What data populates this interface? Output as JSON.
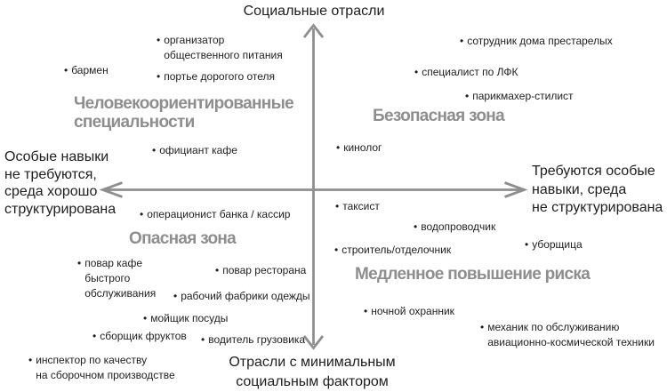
{
  "bullet": "•",
  "colors": {
    "text": "#1e1e1e",
    "quadrant_title": "#8e8e8e",
    "axis_arrows": "#8e8e8e",
    "background": "#ffffff"
  },
  "axis_labels": {
    "top": "Социальные отрасли",
    "bottom": "Отрасли с минимальным\nсоциальным фактором",
    "left": "Особые навыки\nне требуются,\nсреда хорошо\nструктурирована",
    "right": "Требуются особые\nнавыки, среда\nне структурирована"
  },
  "quadrants": {
    "top_left": {
      "title": "Человекоориентированные\nспециальности",
      "items": [
        "организатор\nобщественного питания",
        "бармен",
        "портье дорогого отеля",
        "официант кафе"
      ]
    },
    "top_right": {
      "title": "Безопасная зона",
      "items": [
        "сотрудник дома престарелых",
        "специалист по ЛФК",
        "парикмахер-стилист",
        "кинолог"
      ]
    },
    "bottom_left": {
      "title": "Опасная зона",
      "items": [
        "операционист банка / кассир",
        "повар кафе\nбыстрого\nобслуживания",
        "повар ресторана",
        "рабочий фабрики одежды",
        "мойщик посуды",
        "сборщик фруктов",
        "водитель грузовика",
        "инспектор по качеству\nна сборочном производстве"
      ]
    },
    "bottom_right": {
      "title": "Медленное повышение риска",
      "items": [
        "таксист",
        "водопроводчик",
        "уборщица",
        "строитель/отделочник",
        "ночной охранник",
        "механик по обслуживанию\nавиационно-космической техники"
      ]
    }
  }
}
